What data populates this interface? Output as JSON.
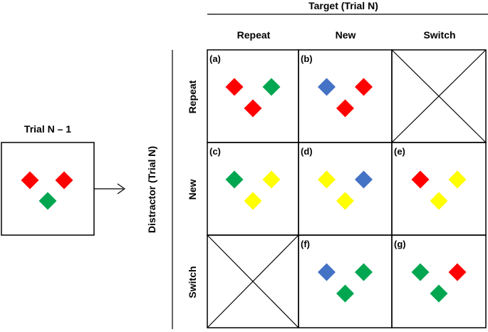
{
  "target_header": "Target (Trial N)",
  "distractor_header": "Distractor (Trial N)",
  "columns": [
    "Repeat",
    "New",
    "Switch"
  ],
  "rows": [
    "Repeat",
    "New",
    "Switch"
  ],
  "trial_prev": {
    "label": "Trial N – 1",
    "diamonds": [
      "red",
      "red",
      "green"
    ]
  },
  "colors": {
    "red": "#ff0000",
    "green": "#00a650",
    "blue": "#4472c4",
    "yellow": "#ffff00"
  },
  "cells": [
    {
      "row": 0,
      "col": 0,
      "label": "(a)",
      "diamonds": [
        "red",
        "green",
        "red"
      ]
    },
    {
      "row": 0,
      "col": 1,
      "label": "(b)",
      "diamonds": [
        "blue",
        "red",
        "red"
      ]
    },
    {
      "row": 0,
      "col": 2,
      "label": "",
      "crossed": true
    },
    {
      "row": 1,
      "col": 0,
      "label": "(c)",
      "diamonds": [
        "green",
        "yellow",
        "yellow"
      ]
    },
    {
      "row": 1,
      "col": 1,
      "label": "(d)",
      "diamonds": [
        "yellow",
        "blue",
        "yellow"
      ]
    },
    {
      "row": 1,
      "col": 2,
      "label": "(e)",
      "diamonds": [
        "red",
        "yellow",
        "yellow"
      ]
    },
    {
      "row": 2,
      "col": 0,
      "label": "",
      "crossed": true
    },
    {
      "row": 2,
      "col": 1,
      "label": "(f)",
      "diamonds": [
        "blue",
        "green",
        "green"
      ]
    },
    {
      "row": 2,
      "col": 2,
      "label": "(g)",
      "diamonds": [
        "green",
        "red",
        "green"
      ]
    }
  ]
}
